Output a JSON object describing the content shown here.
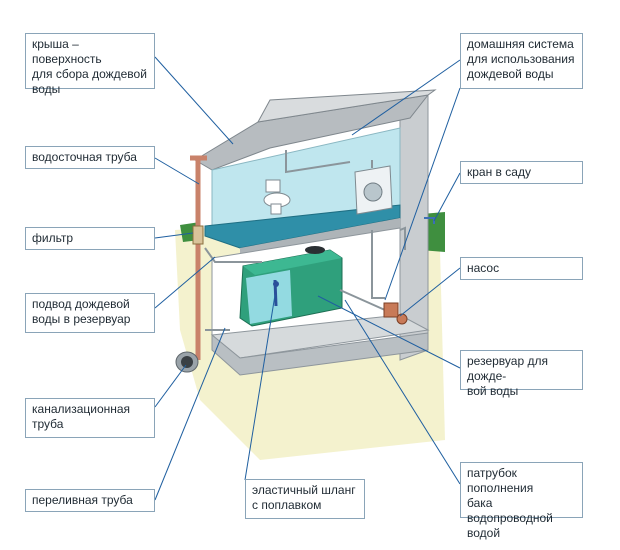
{
  "labels": {
    "roof": "крыша – поверхность\nдля сбора дождевой\nводы",
    "downpipe": "водосточная труба",
    "filter": "фильтр",
    "inflow": "подвод дождевой\nводы в резервуар",
    "sewer": "канализационная\nтруба",
    "overflow": "переливная труба",
    "hose": "эластичный шланг\nс поплавком",
    "household": "домашняя система\nдля использования\nдождевой воды",
    "garden_tap": "кран в саду",
    "pump": "насос",
    "tank": "резервуар для дожде-\nвой воды",
    "refill": "патрубок пополнения\nбака водопроводной\nводой"
  },
  "colors": {
    "leader": "#1f5fa0",
    "tank": "#2fa07c",
    "room": "#bfe6ee",
    "ground": "#f3f1c9",
    "wall": "#cfd3d6",
    "grass": "#3f8f3f"
  }
}
